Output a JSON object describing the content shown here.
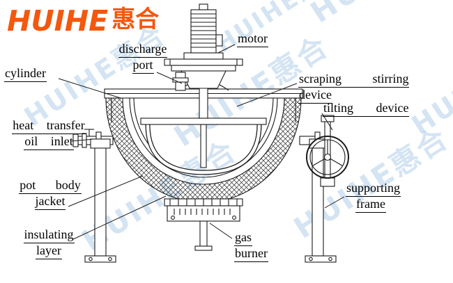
{
  "logo": {
    "latin": "HUIHE",
    "cjk": "惠合"
  },
  "watermark": {
    "text": "HUIHE惠合"
  },
  "labels": {
    "cylinder": {
      "line1": "cylinder"
    },
    "discharge_port": {
      "line1": "discharge",
      "line2": "port"
    },
    "motor": {
      "line1": "motor"
    },
    "scraping_stirring_device": {
      "line1": "scraping stirring",
      "line2": "device"
    },
    "tilting_device": {
      "line1": "tilting device"
    },
    "heat_transfer_oil_inlet": {
      "line1": "heat transfer",
      "line2": "oil inlet"
    },
    "pot_body_jacket": {
      "line1": "pot body",
      "line2": "jacket"
    },
    "supporting_frame": {
      "line1": "supporting",
      "line2": "frame"
    },
    "insulating_layer": {
      "line1": "insulating",
      "line2": "layer"
    },
    "gas_burner": {
      "line1": "gas",
      "line2": "burner"
    }
  },
  "colors": {
    "logo_orange": "#f4570d",
    "watermark_blue": "#8eb8df",
    "line_black": "#1a1a1a"
  }
}
